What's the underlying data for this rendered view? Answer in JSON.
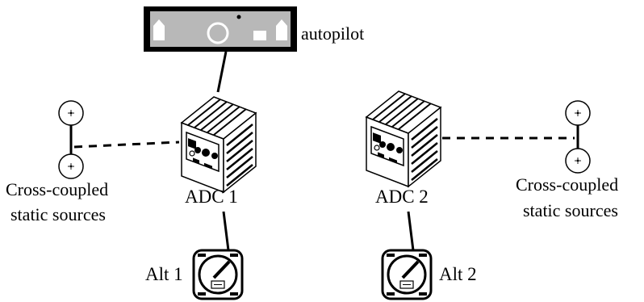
{
  "labels": {
    "autopilot": "autopilot",
    "adc1": "ADC 1",
    "adc2": "ADC 2",
    "alt1": "Alt 1",
    "alt2": "Alt 2",
    "static_left_line1": "Cross-coupled",
    "static_left_line2": "static sources",
    "static_right_line1": "Cross-coupled",
    "static_right_line2": "static sources"
  }
}
